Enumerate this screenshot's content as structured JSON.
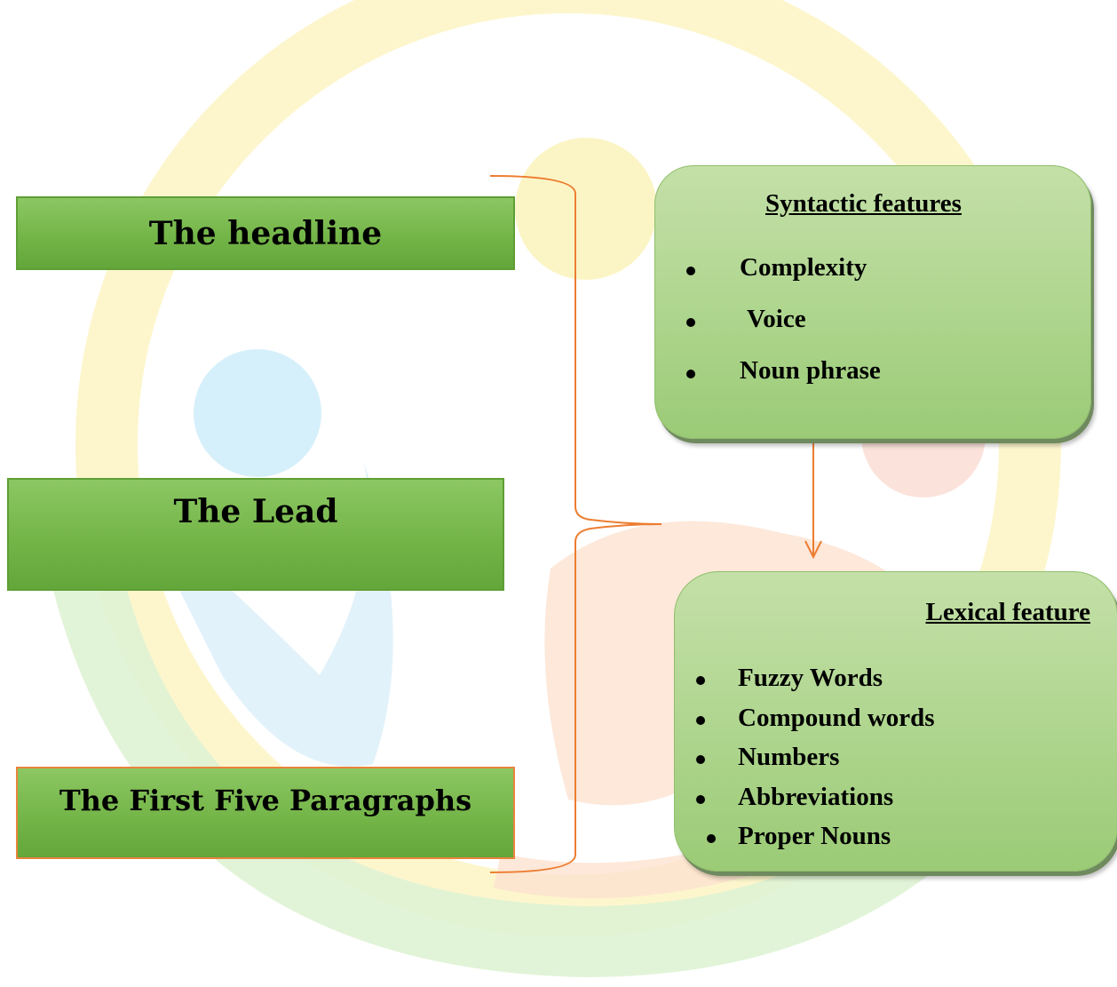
{
  "boxes": {
    "headline": "The headline",
    "lead": "The Lead",
    "first_five": "The First Five Paragraphs"
  },
  "syntactic": {
    "title": "Syntactic features",
    "items": [
      "Complexity",
      "Voice",
      "Noun phrase"
    ]
  },
  "lexical": {
    "title": "Lexical feature",
    "items": [
      "Fuzzy Words",
      "Compound words",
      "Numbers",
      "Abbreviations",
      "Proper Nouns"
    ]
  },
  "colors": {
    "box_green": "#74b548",
    "feature_green": "#b0d690",
    "connector_orange": "#ed7d31",
    "highlight_border_orange": "#e8843c"
  }
}
